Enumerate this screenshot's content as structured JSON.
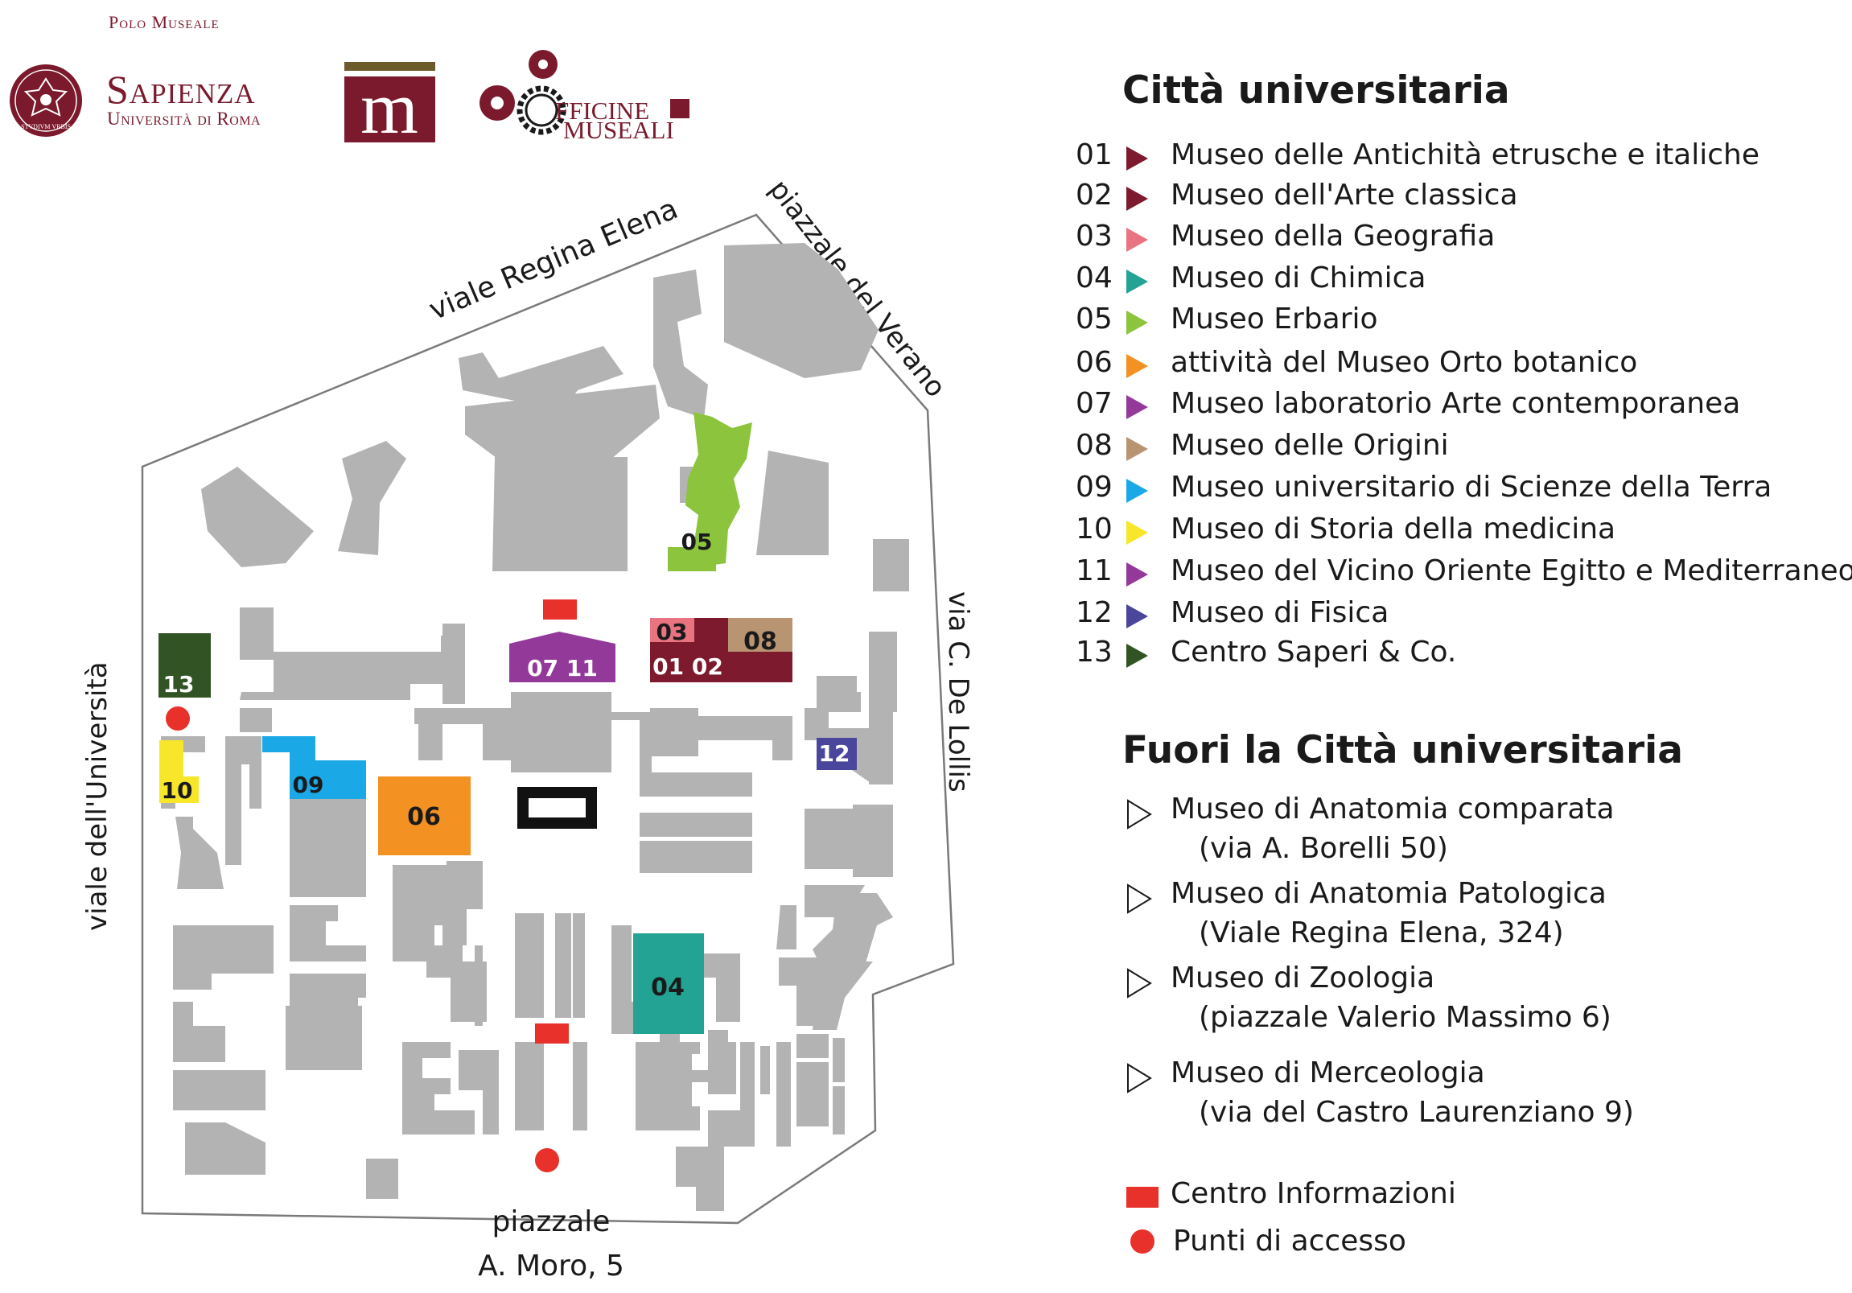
{
  "header": {
    "polo_label": "Polo Museale",
    "sapienza_name": "Sapienza",
    "sapienza_sub": "Università di Roma",
    "seal_text": "STVDIVM VRBIS",
    "museo_logo_letter": "m",
    "officine_line1": "FFICINE",
    "officine_line2": "MUSEALI"
  },
  "colors": {
    "building": "#b3b3b3",
    "info_red": "#e8312a",
    "m01": "#7d1a2e",
    "m03": "#ea7382",
    "m04": "#23a393",
    "m05": "#8cc43d",
    "m06": "#f39222",
    "m07": "#92399a",
    "m08": "#b99472",
    "m09": "#1aa9e6",
    "m10": "#f7e629",
    "m12": "#4a469b",
    "m13": "#325425",
    "brand": "#7a1a2c"
  },
  "streets": {
    "regina": "viale Regina Elena",
    "verano": "piazzale del Verano",
    "lollis": "via C. De Lollis",
    "universita": "viale dell'Università",
    "moro_1": "piazzale",
    "moro_2": "A. Moro, 5"
  },
  "map_labels": {
    "l05": "05",
    "l03": "03",
    "l0102": "01 02",
    "l08": "08",
    "l0711": "07 11",
    "l13": "13",
    "l10": "10",
    "l09": "09",
    "l06": "06",
    "l12": "12",
    "l04": "04"
  },
  "legend": {
    "title": "Città universitaria",
    "items": [
      {
        "num": "01",
        "label": "Museo delle Antichità etrusche e italiche",
        "color": "#7d1a2e"
      },
      {
        "num": "02",
        "label": "Museo dell'Arte classica",
        "color": "#7d1a2e"
      },
      {
        "num": "03",
        "label": "Museo della Geografia",
        "color": "#ea7382"
      },
      {
        "num": "04",
        "label": "Museo di Chimica",
        "color": "#23a393"
      },
      {
        "num": "05",
        "label": "Museo Erbario",
        "color": "#8cc43d"
      },
      {
        "num": "06",
        "label": "attività del Museo Orto botanico",
        "color": "#f39222"
      },
      {
        "num": "07",
        "label": "Museo laboratorio Arte contemporanea",
        "color": "#92399a"
      },
      {
        "num": "08",
        "label": "Museo delle Origini",
        "color": "#b99472"
      },
      {
        "num": "09",
        "label": "Museo universitario di Scienze della Terra",
        "color": "#1aa9e6"
      },
      {
        "num": "10",
        "label": "Museo di Storia della medicina",
        "color": "#f7e629"
      },
      {
        "num": "11",
        "label": "Museo del Vicino Oriente Egitto e Mediterraneo",
        "color": "#92399a"
      },
      {
        "num": "12",
        "label": "Museo di Fisica",
        "color": "#4a469b"
      },
      {
        "num": "13",
        "label": "Centro Saperi & Co.",
        "color": "#325425"
      }
    ]
  },
  "outside": {
    "title": "Fuori la Città universitaria",
    "items": [
      {
        "label": "Museo di Anatomia comparata",
        "address": "(via A. Borelli 50)"
      },
      {
        "label": "Museo di Anatomia Patologica",
        "address": "(Viale Regina Elena, 324)"
      },
      {
        "label": "Museo di Zoologia",
        "address": "(piazzale Valerio Massimo 6)"
      },
      {
        "label": "Museo di Merceologia",
        "address": "(via del Castro Laurenziano 9)"
      }
    ]
  },
  "keys": {
    "info": "Centro Informazioni",
    "access": "Punti di accesso"
  }
}
